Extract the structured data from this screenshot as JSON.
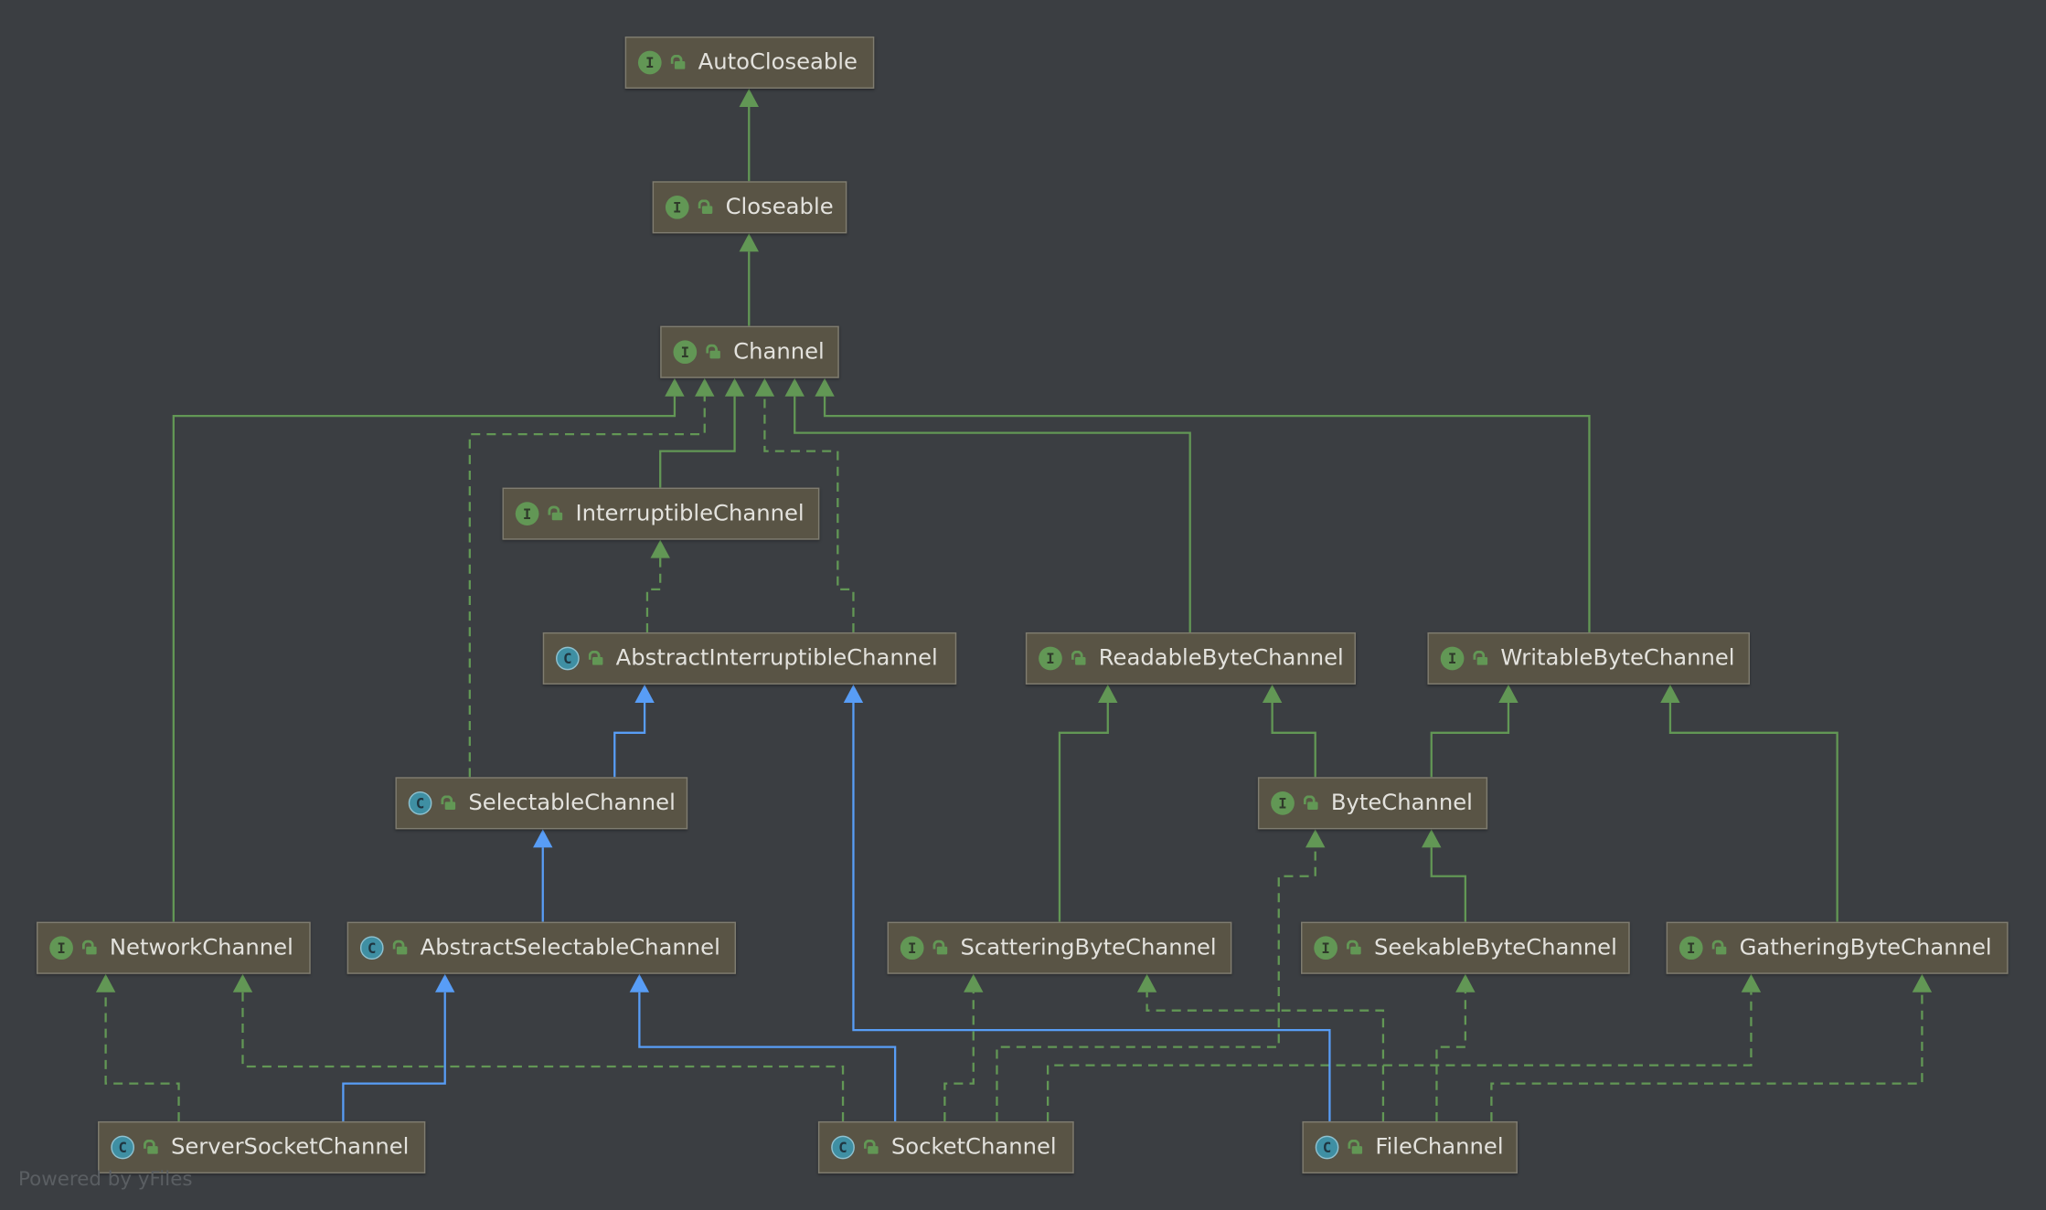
{
  "diagram": {
    "nodes": [
      {
        "id": "autocloseable",
        "label": "AutoCloseable",
        "kind": "I",
        "kind_type": "interface"
      },
      {
        "id": "closeable",
        "label": "Closeable",
        "kind": "I",
        "kind_type": "interface"
      },
      {
        "id": "channel",
        "label": "Channel",
        "kind": "I",
        "kind_type": "interface"
      },
      {
        "id": "interruptible",
        "label": "InterruptibleChannel",
        "kind": "I",
        "kind_type": "interface"
      },
      {
        "id": "abstract-interruptible",
        "label": "AbstractInterruptibleChannel",
        "kind": "C",
        "kind_type": "abstract-class"
      },
      {
        "id": "readable",
        "label": "ReadableByteChannel",
        "kind": "I",
        "kind_type": "interface"
      },
      {
        "id": "writable",
        "label": "WritableByteChannel",
        "kind": "I",
        "kind_type": "interface"
      },
      {
        "id": "selectable",
        "label": "SelectableChannel",
        "kind": "C",
        "kind_type": "abstract-class"
      },
      {
        "id": "bytechannel",
        "label": "ByteChannel",
        "kind": "I",
        "kind_type": "interface"
      },
      {
        "id": "network",
        "label": "NetworkChannel",
        "kind": "I",
        "kind_type": "interface"
      },
      {
        "id": "abstract-selectable",
        "label": "AbstractSelectableChannel",
        "kind": "C",
        "kind_type": "abstract-class"
      },
      {
        "id": "scattering",
        "label": "ScatteringByteChannel",
        "kind": "I",
        "kind_type": "interface"
      },
      {
        "id": "seekable",
        "label": "SeekableByteChannel",
        "kind": "I",
        "kind_type": "interface"
      },
      {
        "id": "gathering",
        "label": "GatheringByteChannel",
        "kind": "I",
        "kind_type": "interface"
      },
      {
        "id": "serversocket",
        "label": "ServerSocketChannel",
        "kind": "C",
        "kind_type": "abstract-class"
      },
      {
        "id": "socket",
        "label": "SocketChannel",
        "kind": "C",
        "kind_type": "abstract-class"
      },
      {
        "id": "filechannel",
        "label": "FileChannel",
        "kind": "C",
        "kind_type": "abstract-class"
      }
    ],
    "edges": [
      {
        "from": "closeable",
        "to": "autocloseable",
        "type": "extends-interface"
      },
      {
        "from": "channel",
        "to": "closeable",
        "type": "extends-interface"
      },
      {
        "from": "network",
        "to": "channel",
        "type": "extends-interface"
      },
      {
        "from": "selectable",
        "to": "channel",
        "type": "implements"
      },
      {
        "from": "interruptible",
        "to": "channel",
        "type": "extends-interface"
      },
      {
        "from": "abstract-interruptible",
        "to": "channel",
        "type": "implements"
      },
      {
        "from": "readable",
        "to": "channel",
        "type": "extends-interface"
      },
      {
        "from": "writable",
        "to": "channel",
        "type": "extends-interface"
      },
      {
        "from": "abstract-interruptible",
        "to": "interruptible",
        "type": "implements"
      },
      {
        "from": "selectable",
        "to": "abstract-interruptible",
        "type": "extends-class"
      },
      {
        "from": "abstract-selectable",
        "to": "selectable",
        "type": "extends-class"
      },
      {
        "from": "bytechannel",
        "to": "readable",
        "type": "extends-interface"
      },
      {
        "from": "bytechannel",
        "to": "writable",
        "type": "extends-interface"
      },
      {
        "from": "scattering",
        "to": "readable",
        "type": "extends-interface"
      },
      {
        "from": "gathering",
        "to": "writable",
        "type": "extends-interface"
      },
      {
        "from": "seekable",
        "to": "bytechannel",
        "type": "extends-interface"
      },
      {
        "from": "serversocket",
        "to": "network",
        "type": "implements"
      },
      {
        "from": "serversocket",
        "to": "abstract-selectable",
        "type": "extends-class"
      },
      {
        "from": "socket",
        "to": "network",
        "type": "implements"
      },
      {
        "from": "socket",
        "to": "abstract-selectable",
        "type": "extends-class"
      },
      {
        "from": "socket",
        "to": "scattering",
        "type": "implements"
      },
      {
        "from": "socket",
        "to": "bytechannel",
        "type": "implements"
      },
      {
        "from": "socket",
        "to": "gathering",
        "type": "implements"
      },
      {
        "from": "filechannel",
        "to": "abstract-interruptible",
        "type": "extends-class"
      },
      {
        "from": "filechannel",
        "to": "scattering",
        "type": "implements"
      },
      {
        "from": "filechannel",
        "to": "seekable",
        "type": "implements"
      },
      {
        "from": "filechannel",
        "to": "gathering",
        "type": "implements"
      }
    ],
    "colors": {
      "background": "#3b3e42",
      "node_fill": "#595445",
      "interface_edge": "#629755",
      "class_edge": "#589df6"
    }
  },
  "watermark": "Powered by yFiles"
}
